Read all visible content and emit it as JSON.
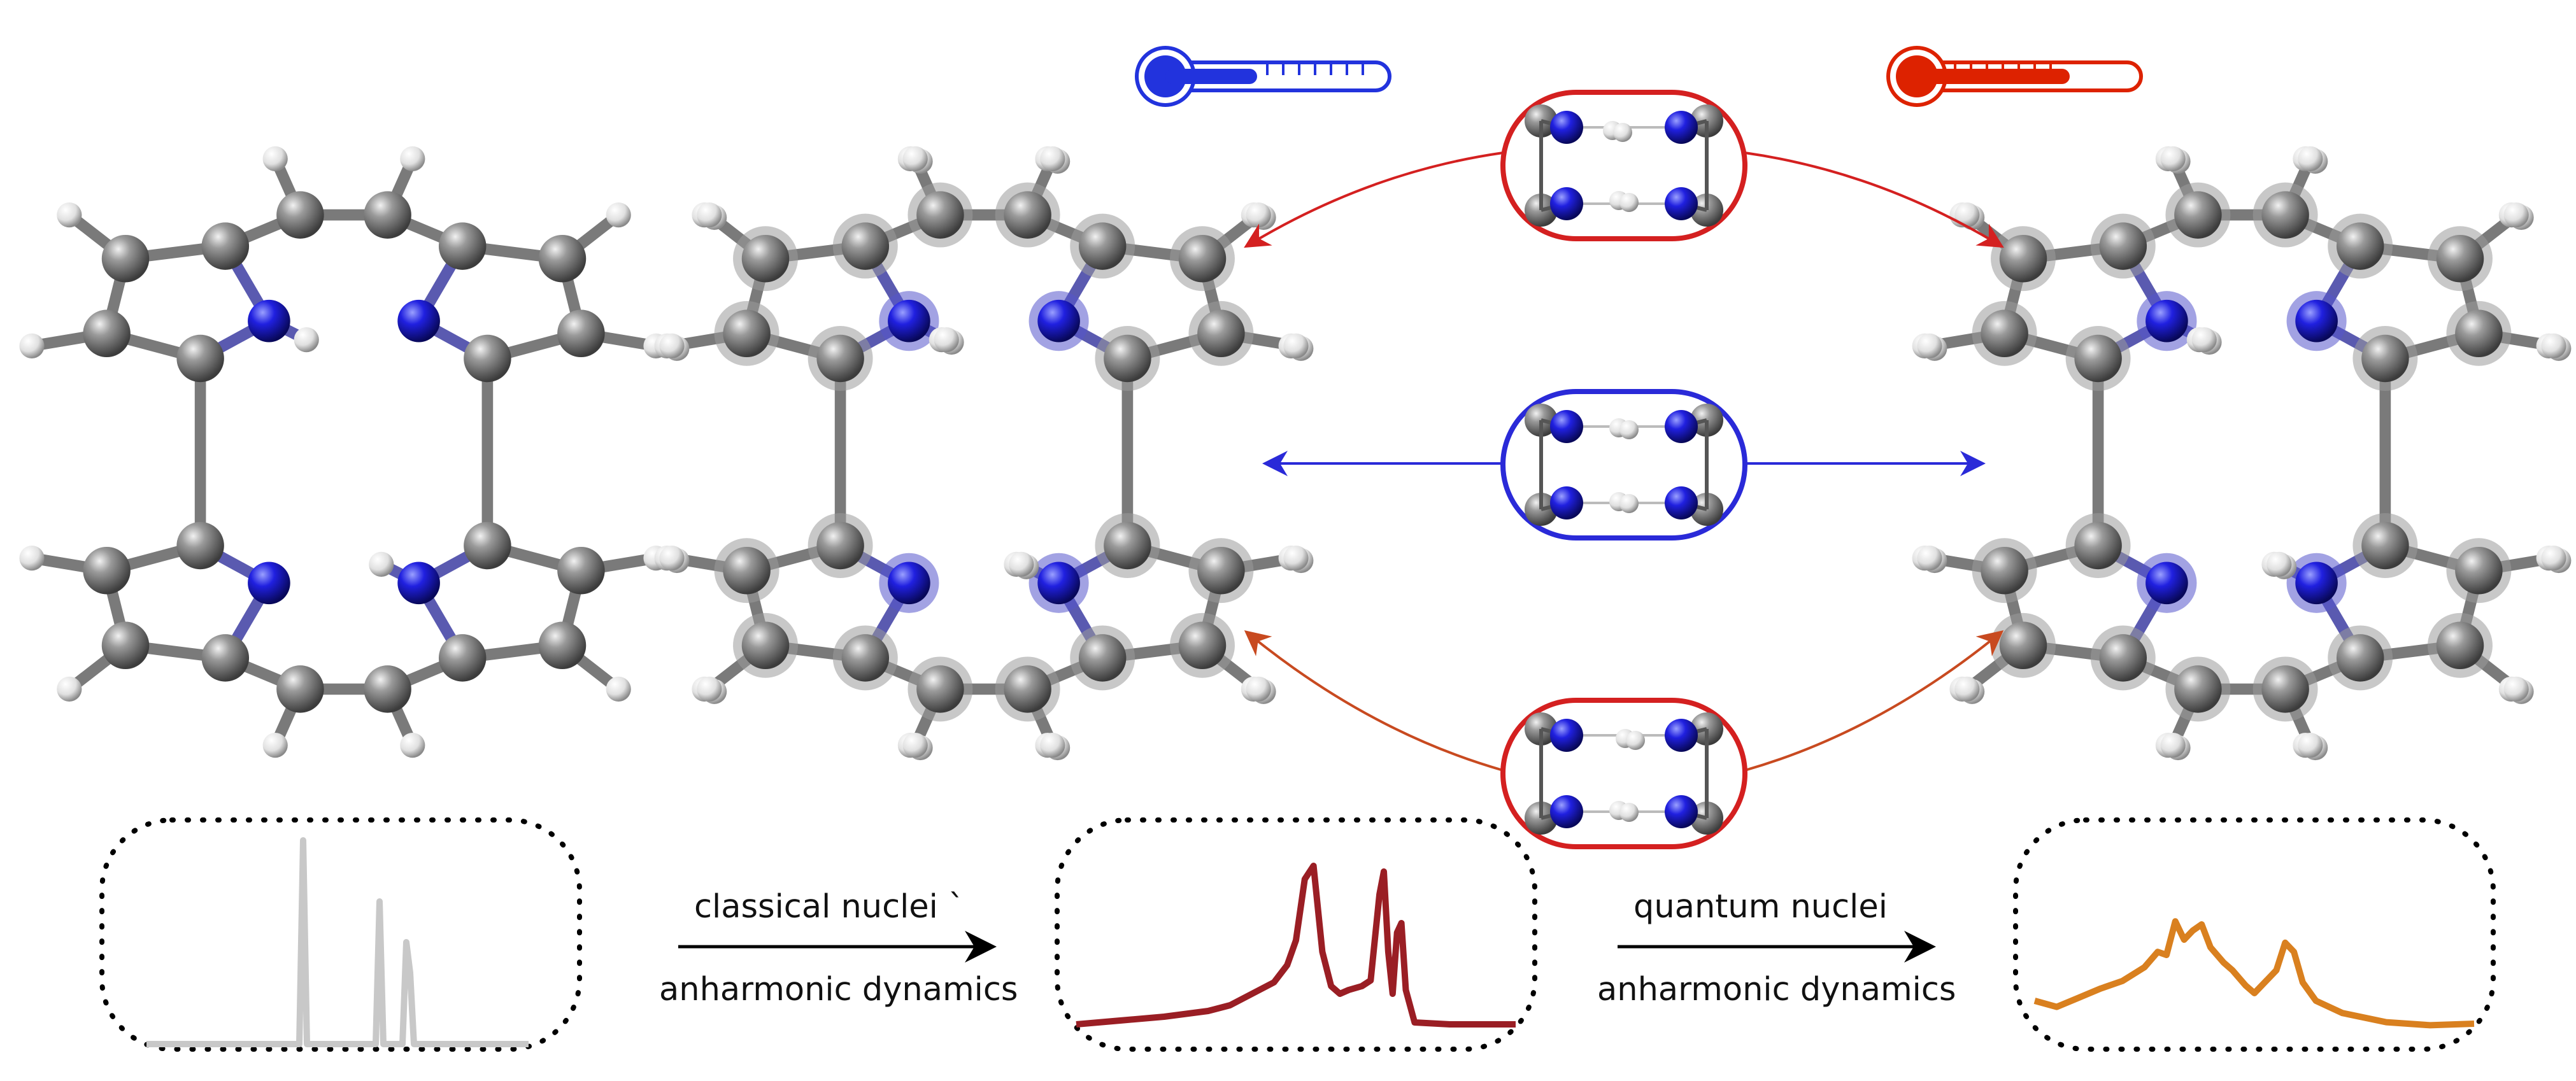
{
  "process_labels": {
    "classical_top": "classical nuclei `",
    "classical_bottom": "anharmonic dynamics",
    "quantum_top": "quantum nuclei",
    "quantum_bottom": "anharmonic dynamics"
  },
  "thermometers": {
    "cold": {
      "level": 0.45,
      "color": "#2233dd"
    },
    "hot": {
      "level": 0.75,
      "color": "#dd2200"
    }
  },
  "colors": {
    "carbon": "#6a6a6a",
    "nitrogen": "#1515d8",
    "hydrogen": "#e8e8e8",
    "arrow_red": "#d42020",
    "arrow_blue": "#2a2ad8",
    "arrow_orange": "#c84a20",
    "spectrum_harmonic": "#c8c8c8",
    "spectrum_classical": "#9a1e24",
    "spectrum_quantum": "#d9801f"
  },
  "spectra": {
    "harmonic": [
      [
        0,
        0
      ],
      [
        0.4,
        0
      ],
      [
        0.41,
        1
      ],
      [
        0.42,
        0
      ],
      [
        0.6,
        0
      ],
      [
        0.61,
        0.7
      ],
      [
        0.62,
        0
      ],
      [
        0.67,
        0
      ],
      [
        0.68,
        0.5
      ],
      [
        0.69,
        0.35
      ],
      [
        0.7,
        0
      ],
      [
        1,
        0
      ]
    ],
    "classical": [
      [
        0,
        0.02
      ],
      [
        0.1,
        0.04
      ],
      [
        0.2,
        0.06
      ],
      [
        0.3,
        0.09
      ],
      [
        0.35,
        0.12
      ],
      [
        0.4,
        0.18
      ],
      [
        0.45,
        0.24
      ],
      [
        0.48,
        0.33
      ],
      [
        0.5,
        0.46
      ],
      [
        0.52,
        0.78
      ],
      [
        0.54,
        0.85
      ],
      [
        0.56,
        0.4
      ],
      [
        0.58,
        0.22
      ],
      [
        0.6,
        0.18
      ],
      [
        0.62,
        0.2
      ],
      [
        0.65,
        0.22
      ],
      [
        0.67,
        0.25
      ],
      [
        0.69,
        0.7
      ],
      [
        0.7,
        0.82
      ],
      [
        0.71,
        0.4
      ],
      [
        0.72,
        0.18
      ],
      [
        0.73,
        0.5
      ],
      [
        0.74,
        0.55
      ],
      [
        0.75,
        0.2
      ],
      [
        0.77,
        0.03
      ],
      [
        0.85,
        0.02
      ],
      [
        1,
        0.02
      ]
    ],
    "quantum": [
      [
        0,
        0.2
      ],
      [
        0.05,
        0.16
      ],
      [
        0.1,
        0.22
      ],
      [
        0.15,
        0.28
      ],
      [
        0.2,
        0.33
      ],
      [
        0.25,
        0.42
      ],
      [
        0.28,
        0.52
      ],
      [
        0.3,
        0.5
      ],
      [
        0.32,
        0.72
      ],
      [
        0.34,
        0.6
      ],
      [
        0.36,
        0.66
      ],
      [
        0.38,
        0.7
      ],
      [
        0.4,
        0.55
      ],
      [
        0.43,
        0.45
      ],
      [
        0.45,
        0.4
      ],
      [
        0.48,
        0.3
      ],
      [
        0.5,
        0.25
      ],
      [
        0.55,
        0.4
      ],
      [
        0.57,
        0.58
      ],
      [
        0.59,
        0.52
      ],
      [
        0.61,
        0.32
      ],
      [
        0.64,
        0.2
      ],
      [
        0.7,
        0.12
      ],
      [
        0.8,
        0.06
      ],
      [
        0.9,
        0.04
      ],
      [
        1,
        0.05
      ]
    ]
  }
}
